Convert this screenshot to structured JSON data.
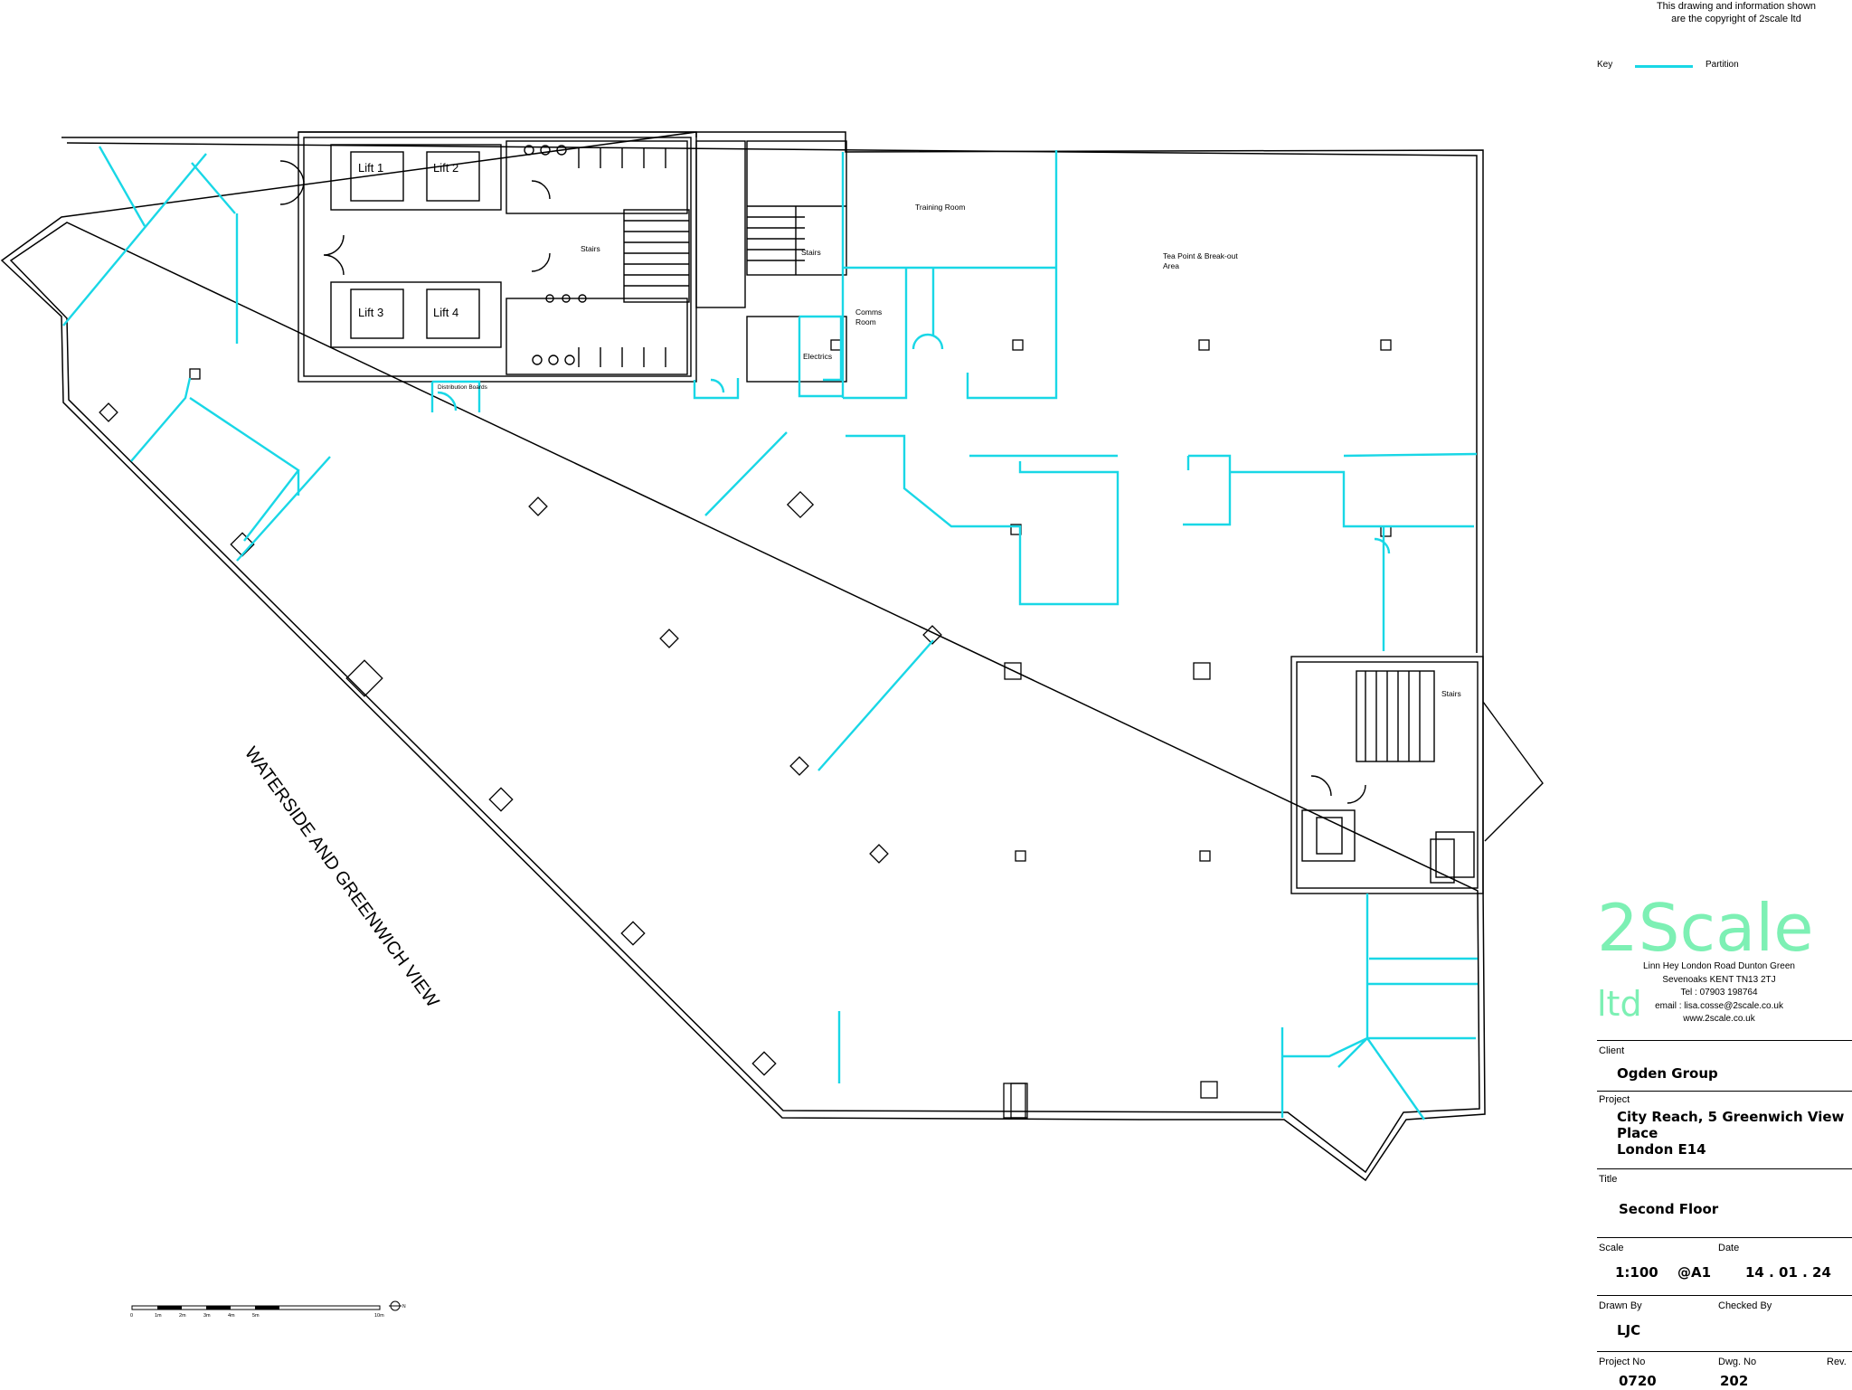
{
  "copyright": {
    "line1": "This drawing and information shown",
    "line2": "are the copyright of 2scale ltd"
  },
  "key": {
    "label": "Key",
    "partition_label": "Partition",
    "partition_color": "#19d7e6"
  },
  "rooms": {
    "lift1": "Lift 1",
    "lift2": "Lift 2",
    "lift3": "Lift 3",
    "lift4": "Lift 4",
    "stairs_a": "Stairs",
    "stairs_b": "Stairs",
    "stairs_c": "Stairs",
    "training": "Training Room",
    "tea_line1": "Tea Point & Break-out",
    "tea_line2": "Area",
    "comms_line1": "Comms",
    "comms_line2": "Room",
    "electrics": "Electrics",
    "distribution": "Distribution Boards",
    "street": "WATERSIDE AND GREENWICH VIEW"
  },
  "scale_bar": {
    "ticks": [
      "0",
      "1m",
      "2m",
      "3m",
      "4m",
      "5m",
      "10m"
    ],
    "north": "N"
  },
  "company": {
    "logo_main": "2Scale",
    "logo_suffix": "ltd",
    "address1": "Linn Hey   London Road   Dunton Green",
    "address2": "Sevenoaks   KENT  TN13 2TJ",
    "tel": "Tel : 07903 198764",
    "email": "email : lisa.cosse@2scale.co.uk",
    "web": "www.2scale.co.uk",
    "logo_color": "#7df0b4"
  },
  "title_block": {
    "client_label": "Client",
    "client": "Ogden Group",
    "project_label": "Project",
    "project_line1": "City Reach, 5 Greenwich View",
    "project_line2": "Place",
    "project_line3": "London E14",
    "title_label": "Title",
    "title": "Second Floor",
    "scale_label": "Scale",
    "scale": "1:100",
    "paper": "@A1",
    "date_label": "Date",
    "date": "14 . 01 . 24",
    "drawn_label": "Drawn By",
    "drawn": "LJC",
    "checked_label": "Checked By",
    "projno_label": "Project No",
    "projno": "0720",
    "dwg_label": "Dwg. No",
    "dwg": "202",
    "rev_label": "Rev."
  }
}
